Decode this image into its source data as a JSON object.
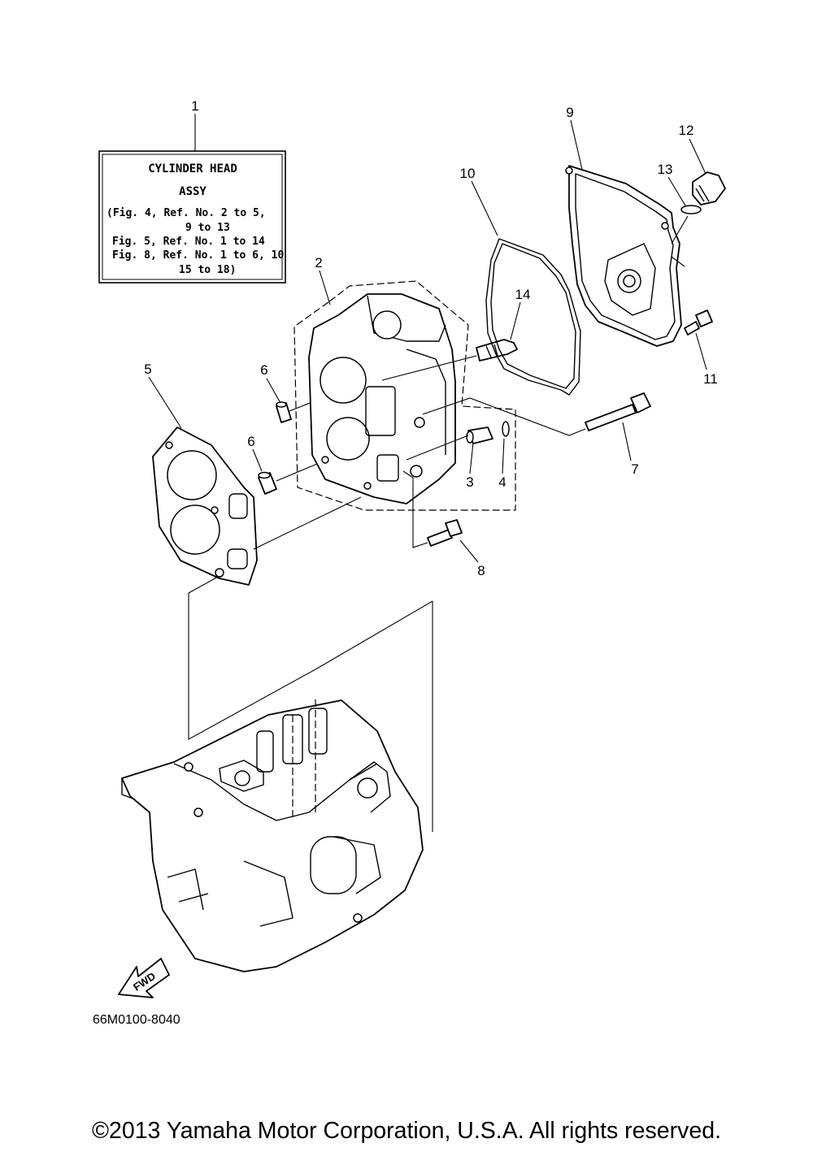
{
  "callout_box": {
    "title_line1": "CYLINDER HEAD",
    "title_line2": "ASSY",
    "lines": [
      "(Fig. 4, Ref. No. 2 to 5,",
      "9 to 13",
      "Fig. 5, Ref. No. 1 to 14",
      "Fig. 8, Ref. No. 1 to 6, 10",
      "15 to 18)"
    ]
  },
  "ref_numbers": [
    "1",
    "2",
    "3",
    "4",
    "5",
    "6",
    "6",
    "7",
    "8",
    "9",
    "10",
    "11",
    "12",
    "13",
    "14"
  ],
  "fwd_label": "FWD",
  "diagram_code": "66M0100-8040",
  "copyright": "©2013 Yamaha Motor Corporation, U.S.A. All rights reserved."
}
